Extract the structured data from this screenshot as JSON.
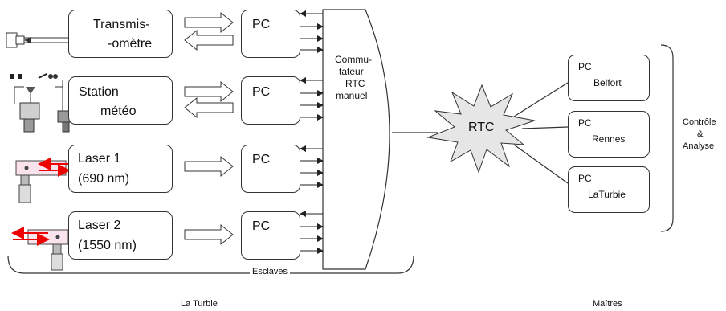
{
  "devices": {
    "transmissometre": {
      "line1": "Transmis-",
      "line2": "-omètre"
    },
    "station": {
      "line1": "Station",
      "line2": "météo"
    },
    "laser1": {
      "line1": "Laser 1",
      "line2": "(690 nm)"
    },
    "laser2": {
      "line1": "Laser 2",
      "line2": "(1550 nm)"
    }
  },
  "pcs": {
    "label": "PC"
  },
  "switch": {
    "line1": "Commu-",
    "line2": "tateur",
    "line3": "RTC",
    "line4": "manuel"
  },
  "network": {
    "label": "RTC"
  },
  "masters": [
    {
      "line1": "PC",
      "line2": "Belfort"
    },
    {
      "line1": "PC",
      "line2": "Rennes"
    },
    {
      "line1": "PC",
      "line2": "LaTurbie"
    }
  ],
  "groups": {
    "esclaves": "Esclaves",
    "la_turbie": "La Turbie",
    "maitres": "Maîtres",
    "controle_1": "Contrôle",
    "controle_2": "&",
    "controle_3": "Analyse"
  }
}
